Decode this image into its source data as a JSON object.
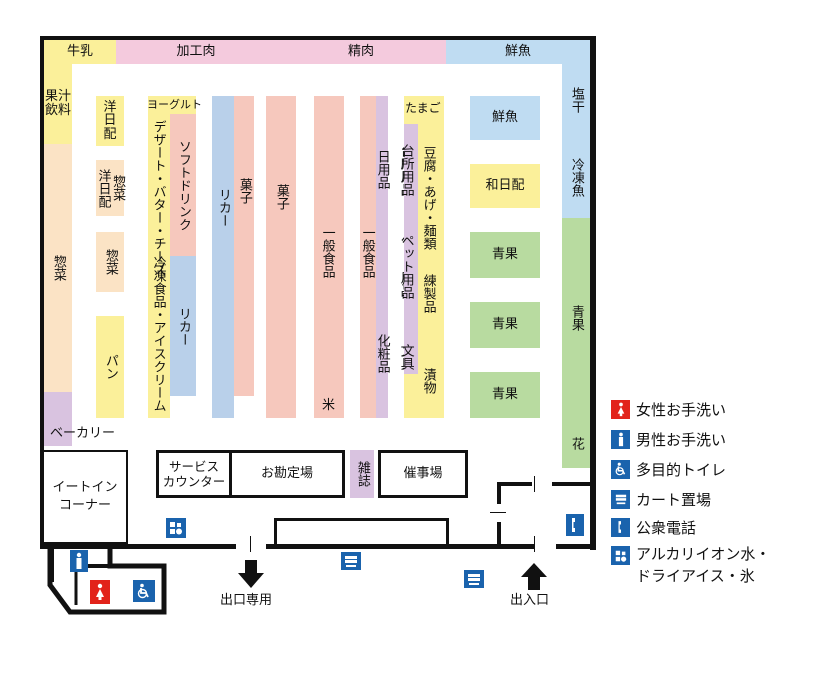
{
  "colors": {
    "wall": "#111111",
    "dairy": "#fbf09a",
    "meat": "#f4cadd",
    "fish": "#bfdcf2",
    "deli": "#fbe3c5",
    "produce": "#b8dba0",
    "snack": "#f6c8bd",
    "liquor": "#b9d0ea",
    "daily": "#d9c3e0",
    "blue_icon": "#1a63ad",
    "red_icon": "#e2231a"
  },
  "top_zones": {
    "milk": "牛乳",
    "processed_meat": "加工肉",
    "meat": "精肉",
    "fish": "鮮魚"
  },
  "left_wall": {
    "juice": "果汁飲料",
    "deli": "惣菜",
    "bakery": "ベーカリー"
  },
  "right_wall": {
    "salted_fish": "塩干",
    "frozen_fish": "冷凍魚",
    "produce": "青果",
    "flowers": "花"
  },
  "aisles": {
    "western_daily": "洋日配",
    "western_daily_deli_a": "洋日配",
    "western_daily_deli_b": "惣菜",
    "deli": "惣菜",
    "bread": "パン",
    "yogurt": "ヨーグルト",
    "dessert": "デザート・バター・チーズ",
    "frozen_food": "冷凍食品・アイスクリーム",
    "soft_drink": "ソフトドリンク",
    "liquor_a": "リカー",
    "liquor_b": "リカー",
    "snacks_a": "菓子",
    "snacks_b": "菓子",
    "general_food_a": "一般食品",
    "rice": "米",
    "general_food_b": "一般食品",
    "daily_goods": "日用品",
    "cosmetics": "化粧品",
    "kitchen": "台所用品",
    "pet": "ペット用品",
    "stationery": "文具",
    "eggs": "たまご",
    "tofu": "豆腐・あげ・麺類",
    "fish_paste": "練製品",
    "pickles": "漬物"
  },
  "center_islands": {
    "fish": "鮮魚",
    "japanese_daily": "和日配",
    "produce_1": "青果",
    "produce_2": "青果",
    "produce_3": "青果"
  },
  "counters": {
    "eat_in": "イートイン\nコーナー",
    "service": "サービス\nカウンター",
    "checkout": "お勘定場",
    "magazines": "雑誌",
    "events": "催事場"
  },
  "exits": {
    "exit_only": "出口専用",
    "entrance": "出入口"
  },
  "legend": [
    {
      "icon": "female-restroom-icon",
      "label": "女性お手洗い",
      "color": "#e2231a"
    },
    {
      "icon": "male-restroom-icon",
      "label": "男性お手洗い",
      "color": "#1a63ad"
    },
    {
      "icon": "accessible-toilet-icon",
      "label": "多目的トイレ",
      "color": "#1a63ad"
    },
    {
      "icon": "cart-storage-icon",
      "label": "カート置場",
      "color": "#1a63ad"
    },
    {
      "icon": "public-phone-icon",
      "label": "公衆電話",
      "color": "#1a63ad"
    },
    {
      "icon": "water-ice-icon",
      "label": "アルカリイオン水・\nドライアイス・氷",
      "color": "#1a63ad"
    }
  ]
}
